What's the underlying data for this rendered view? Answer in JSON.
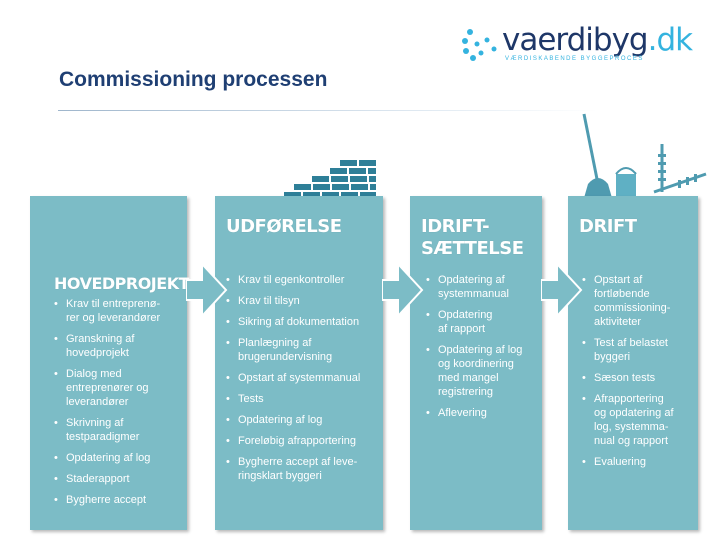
{
  "title": "Commissioning processen",
  "logo": {
    "name": "vaerdibyg",
    "domain": ".dk",
    "tagline": "VÆRDISKABENDE BYGGEPROCES"
  },
  "columns": [
    {
      "heading": "HOVEDPROJEKT",
      "items": [
        "Krav til entreprenø-\nrer og leverandører",
        "Granskning af\nhovedprojekt",
        "Dialog med\nentreprenører og\nleverandører",
        "Skrivning af\ntestparadigmer",
        "Opdatering af log",
        "Staderapport",
        "Bygherre accept"
      ]
    },
    {
      "heading": "UDFØRELSE",
      "items": [
        "Krav til egenkontroller",
        "Krav til tilsyn",
        "Sikring af dokumentation",
        "Planlægning af\nbrugerundervisning",
        "Opstart af systemmanual",
        "Tests",
        "Opdatering af log",
        "Foreløbig afrapportering",
        "Bygherre accept af leve-\nringsklart byggeri"
      ]
    },
    {
      "heading": "IDRIFT-\nSÆTTELSE",
      "items": [
        "Opdatering af\nsystemmanual",
        "Opdatering\naf rapport",
        "Opdatering af log\nog koordinering\nmed mangel\nregistrering",
        "Aflevering"
      ]
    },
    {
      "heading": "DRIFT",
      "items": [
        "Opstart af\nfortløbende\ncommissioning-\naktiviteter",
        "Test af belastet\nbyggeri",
        "Sæson tests",
        "Afrapportering\nog opdatering af\nlog, systemma-\nnual og rapport",
        "Evaluering"
      ]
    }
  ],
  "colors": {
    "column": "#7cbcc6",
    "title": "#1f3f73",
    "logo_dark": "#1e3768",
    "logo_accent": "#34b3df",
    "brick": "#2e7f98"
  }
}
